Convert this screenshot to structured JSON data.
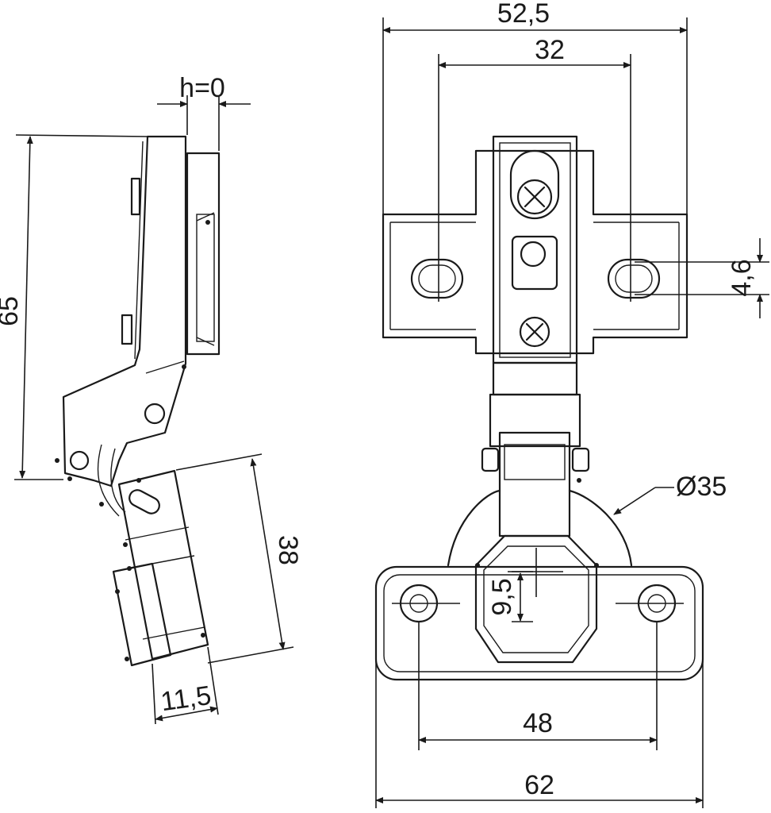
{
  "dimensions": {
    "overall_width_top": "52,5",
    "hole_spacing_top": "32",
    "slot_height": "4,6",
    "height_side": "65",
    "overlay": "h=0",
    "arm_length": "38",
    "cup_offset": "11,5",
    "cup_diameter": "Ø35",
    "cup_depth": "9,5",
    "hole_spacing_bottom": "48",
    "overall_width_bottom": "62"
  },
  "icons": {
    "adjust_screw": "cross-screw-icon",
    "mount_screw": "slot-screw-icon"
  }
}
